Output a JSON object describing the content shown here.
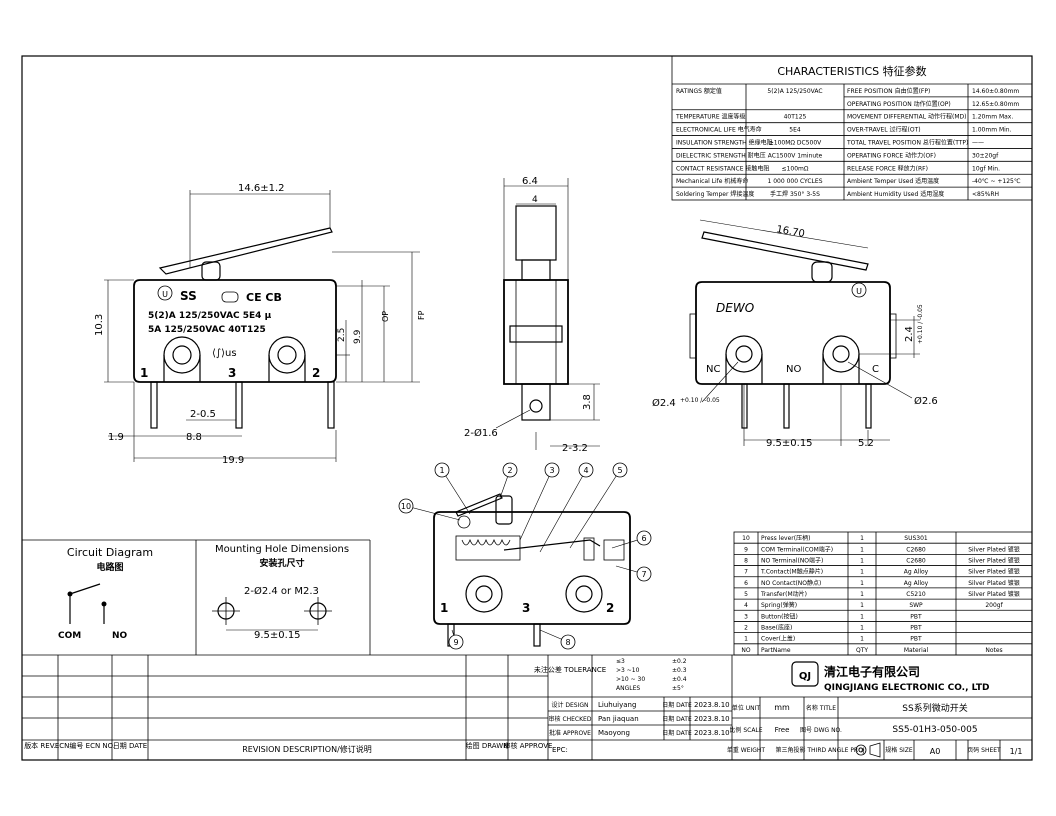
{
  "characteristics": {
    "title": "CHARACTERISTICS 特征参数",
    "rows": [
      {
        "label": "RATINGS 额定值",
        "value": "5(2)A 125/250VAC",
        "label2": "FREE POSITION 自由位置(FP)",
        "value2": "14.60±0.80mm"
      },
      {
        "label": "",
        "value": "",
        "label2": "OPERATING POSITION 动作位置(OP)",
        "value2": "12.65±0.80mm"
      },
      {
        "label": "TEMPERATURE 温度等级",
        "value": "40T125",
        "label2": "MOVEMENT DIFFERENTIAL 动作行程(MD)",
        "value2": "1.20mm Max."
      },
      {
        "label": "ELECTRONICAL LIFE 电气寿命",
        "value": "5E4",
        "label2": "OVER-TRAVEL 过行程(OT)",
        "value2": "1.00mm Min."
      },
      {
        "label": "INSULATION STRENGTH 绝缘电阻",
        "value": "≥100MΩ DC500V",
        "label2": "TOTAL TRAVEL POSITION 总行程位置(TTP)",
        "value2": "——"
      },
      {
        "label": "DIELECTRIC STRENGTH 耐电压",
        "value": "AC1500V 1minute",
        "label2": "OPERATING FORCE 动作力(OF)",
        "value2": "30±20gf"
      },
      {
        "label": "CONTACT RESISTANCE 接触电阻",
        "value": "≤100mΩ",
        "label2": "RELEASE FORCE 释放力(RF)",
        "value2": "10gf Min."
      },
      {
        "label": "Mechanical Life 机械寿命",
        "value": "1 000 000 CYCLES",
        "label2": "Ambient Temper Used 适用温度",
        "value2": "-40℃ ~ +125℃"
      },
      {
        "label": "Soldering Temper 焊接温度",
        "value": "手工焊 350° 3-5S",
        "label2": "Ambient Humidity Used 适用湿度",
        "value2": "<85%RH"
      }
    ]
  },
  "front_view": {
    "dim_width": "14.6±1.2",
    "dim_height": "10.3",
    "dim_25": "2.5",
    "dim_99": "9.9",
    "dim_op": "OP",
    "dim_fp": "FP",
    "dim_terminal": "2-0.5",
    "dim_19": "1.9",
    "dim_88": "8.8",
    "dim_total": "19.9",
    "brand": "SS",
    "rating1": "5(2)A 125/250VAC 5E4 μ",
    "rating2": "5A 125/250VAC 40T125",
    "cert": "CE CB",
    "pin1": "1",
    "pin3": "3",
    "pin2": "2"
  },
  "side_view": {
    "dim_64": "6.4",
    "dim_4": "4",
    "dim_38": "3.8",
    "dim_hole": "2-Ø1.6",
    "dim_32": "2-3.2"
  },
  "back_view": {
    "dim_lever": "16.70",
    "brand": "DEWO",
    "dim_24": "2.4",
    "dim_24_tol": "+0.10 / -0.05",
    "label_nc": "NC",
    "label_no": "NO",
    "label_c": "C",
    "dim_hole_left": "Ø2.4",
    "dim_hole_left_tol": "+0.10 / -0.05",
    "dim_hole_right": "Ø2.6",
    "dim_95": "9.5±0.15",
    "dim_52": "5.2"
  },
  "exploded": {
    "callouts": [
      "1",
      "2",
      "3",
      "4",
      "5",
      "6",
      "7",
      "8",
      "9",
      "10"
    ],
    "pin1": "1",
    "pin3": "3",
    "pin2": "2"
  },
  "circuit": {
    "title_en": "Circuit Diagram",
    "title_cn": "电路图",
    "com": "COM",
    "no": "NO"
  },
  "mounting": {
    "title_en": "Mounting Hole Dimensions",
    "title_cn": "安装孔尺寸",
    "hole": "2-Ø2.4 or M2.3",
    "spacing": "9.5±0.15"
  },
  "bom": {
    "rows": [
      {
        "no": "10",
        "name": "Press lever(压柄)",
        "qty": "1",
        "material": "SUS301",
        "note": ""
      },
      {
        "no": "9",
        "name": "COM Terminal(COM端子)",
        "qty": "1",
        "material": "C2680",
        "note": "Silver Plated 镀银"
      },
      {
        "no": "8",
        "name": "NO Terminal(NO端子)",
        "qty": "1",
        "material": "C2680",
        "note": "Silver Plated 镀银"
      },
      {
        "no": "7",
        "name": "T.Contact(M触点静片)",
        "qty": "1",
        "material": "Ag Alloy",
        "note": "Silver Plated 镀银"
      },
      {
        "no": "6",
        "name": "NO Contact(NO静点)",
        "qty": "1",
        "material": "Ag Alloy",
        "note": "Silver Plated 镀银"
      },
      {
        "no": "5",
        "name": "Transfer(M动片)",
        "qty": "1",
        "material": "C5210",
        "note": "Silver Plated 镀银"
      },
      {
        "no": "4",
        "name": "Spring(弹簧)",
        "qty": "1",
        "material": "SWP",
        "note": "200gf"
      },
      {
        "no": "3",
        "name": "Button(按钮)",
        "qty": "1",
        "material": "PBT",
        "note": ""
      },
      {
        "no": "2",
        "name": "Base(底座)",
        "qty": "1",
        "material": "PBT",
        "note": ""
      },
      {
        "no": "1",
        "name": "Cover(上盖)",
        "qty": "1",
        "material": "PBT",
        "note": ""
      },
      {
        "no": "NO",
        "name": "PartName",
        "qty": "QTY",
        "material": "Material",
        "note": "Notes"
      }
    ]
  },
  "titleblock": {
    "tolerance_label": "未注公差 TOLERANCE",
    "tol_rows": [
      {
        "range": "≤3",
        "value": "±0.2"
      },
      {
        "range": ">3 ~10",
        "value": "±0.3"
      },
      {
        "range": ">10 ~ 30",
        "value": "±0.4"
      },
      {
        "range": "ANGLES",
        "value": "±5°"
      }
    ],
    "design_label": "设计 DESIGN",
    "design_name": "Liuhuiyang",
    "checked_label": "审核 CHECKED",
    "checked_name": "Pan jiaquan",
    "approve_label": "批准 APPROVE",
    "approve_name": "Maoyong",
    "date_label": "日期 DATE",
    "date": "2023.8.10",
    "unit_label": "单位 UNIT",
    "unit": "mm",
    "title_label": "名称 TITLE",
    "title": "SS系列微动开关",
    "scale_label": "比例 SCALE",
    "scale": "Free",
    "dwg_label": "图号 DWG NO.",
    "dwg": "SS5-01H3-050-005",
    "weight_label": "单重 WEIGHT",
    "projection_label": "第三角投影 THIRD ANGLE PROJ.",
    "size_label": "规格 SIZE",
    "size": "A0",
    "sheet_label": "页码 SHEET",
    "sheet": "1/1",
    "company_cn": "清江电子有限公司",
    "company_en": "QINGJIANG ELECTRONIC CO., LTD",
    "rev_label": "版本 REV.",
    "ecn_label": "ECN编号 ECN NO.",
    "rdate_label": "日期 DATE",
    "revision_label": "REVISION DESCRIPTION/修订说明",
    "drawn_label": "绘图 DRAWN",
    "approved_label": "审核 APPROVE",
    "epc": "EPC:"
  }
}
